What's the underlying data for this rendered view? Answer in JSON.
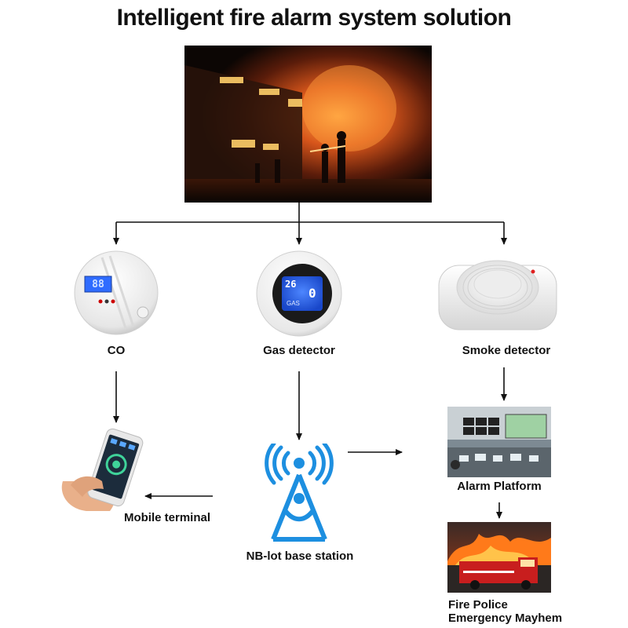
{
  "title": "Intelligent fire alarm system solution",
  "labels": {
    "co": "CO",
    "gas_detector": "Gas detector",
    "smoke_detector": "Smoke detector",
    "mobile_terminal": "Mobile terminal",
    "base_station": "NB-lot base station",
    "alarm_platform": "Alarm Platform",
    "fire_police_line1": "Fire Police",
    "fire_police_line2": "Emergency Mayhem"
  },
  "gas_display": {
    "temperature": "26",
    "reading": "0",
    "unit_label": "GAS"
  },
  "co_display": "88",
  "colors": {
    "signal_blue": "#1d8fe0",
    "lcd_blue": "#2d6bff",
    "arrow": "#111111"
  }
}
